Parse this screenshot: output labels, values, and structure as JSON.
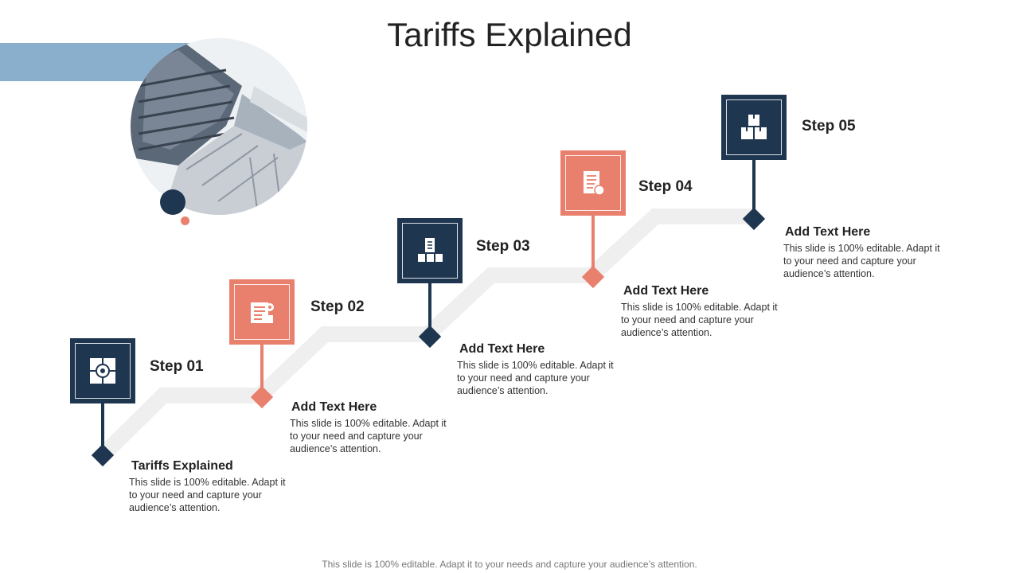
{
  "title": "Tariffs Explained",
  "colors": {
    "navy": "#1f3650",
    "coral": "#e9806e",
    "pill": "#8aafcd",
    "path": "#efefef"
  },
  "image": {
    "description_icon": "building-photo"
  },
  "steps": [
    {
      "label": "Step 01",
      "heading": "Tariffs Explained",
      "body": "This slide is 100% editable. Adapt it to your need and capture your audience’s attention.",
      "color": "navy",
      "icon": "target-box-icon"
    },
    {
      "label": "Step 02",
      "heading": "Add Text Here",
      "body": "This slide is 100% editable. Adapt it to your need and capture your audience’s attention.",
      "color": "coral",
      "icon": "invoice-settings-icon"
    },
    {
      "label": "Step 03",
      "heading": "Add Text Here",
      "body": "This slide is 100% editable. Adapt it to your need and capture your audience’s attention.",
      "color": "navy",
      "icon": "clipboard-boxes-icon"
    },
    {
      "label": "Step 04",
      "heading": "Add Text Here",
      "body": "This slide is 100% editable. Adapt it to your need and capture your audience’s attention.",
      "color": "coral",
      "icon": "checklist-icon"
    },
    {
      "label": "Step 05",
      "heading": "Add Text Here",
      "body": "This slide is 100% editable. Adapt it to your need and capture your audience’s attention.",
      "color": "navy",
      "icon": "stacked-boxes-icon"
    }
  ],
  "footer": "This slide is 100% editable. Adapt it to your needs and capture your audience’s attention."
}
